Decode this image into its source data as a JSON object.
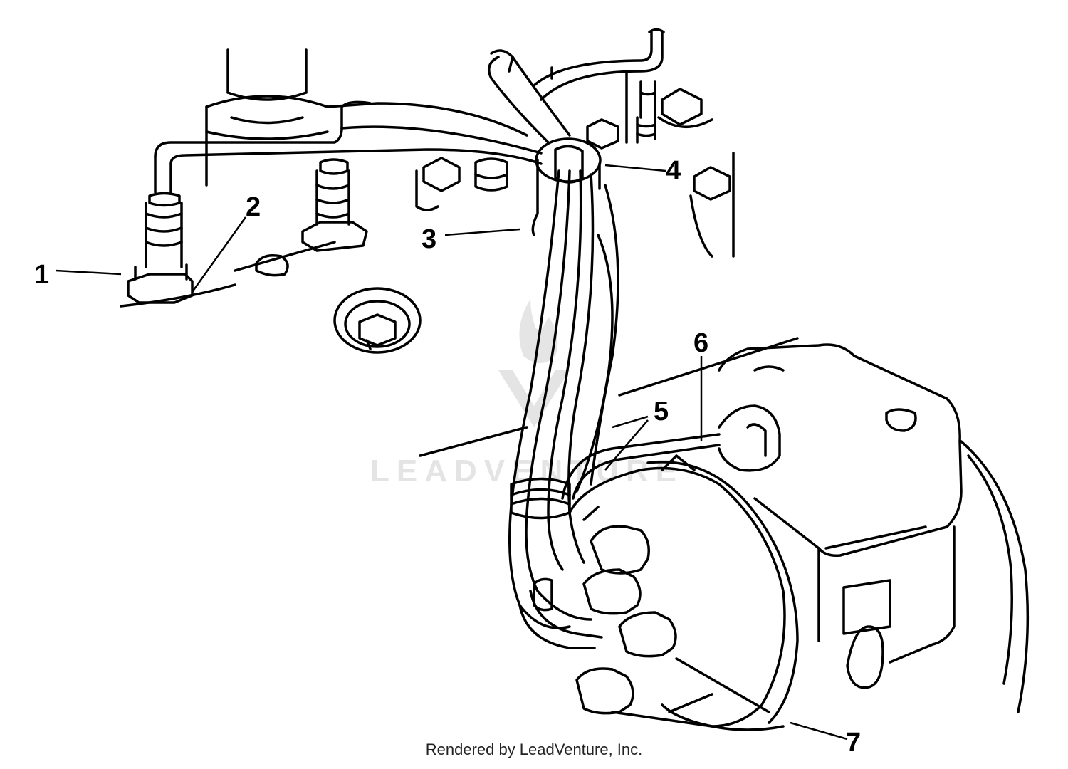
{
  "callouts": [
    "1",
    "2",
    "3",
    "4",
    "5",
    "6",
    "7"
  ],
  "watermark": "LEADVENTURE",
  "footer": "Rendered by LeadVenture, Inc."
}
